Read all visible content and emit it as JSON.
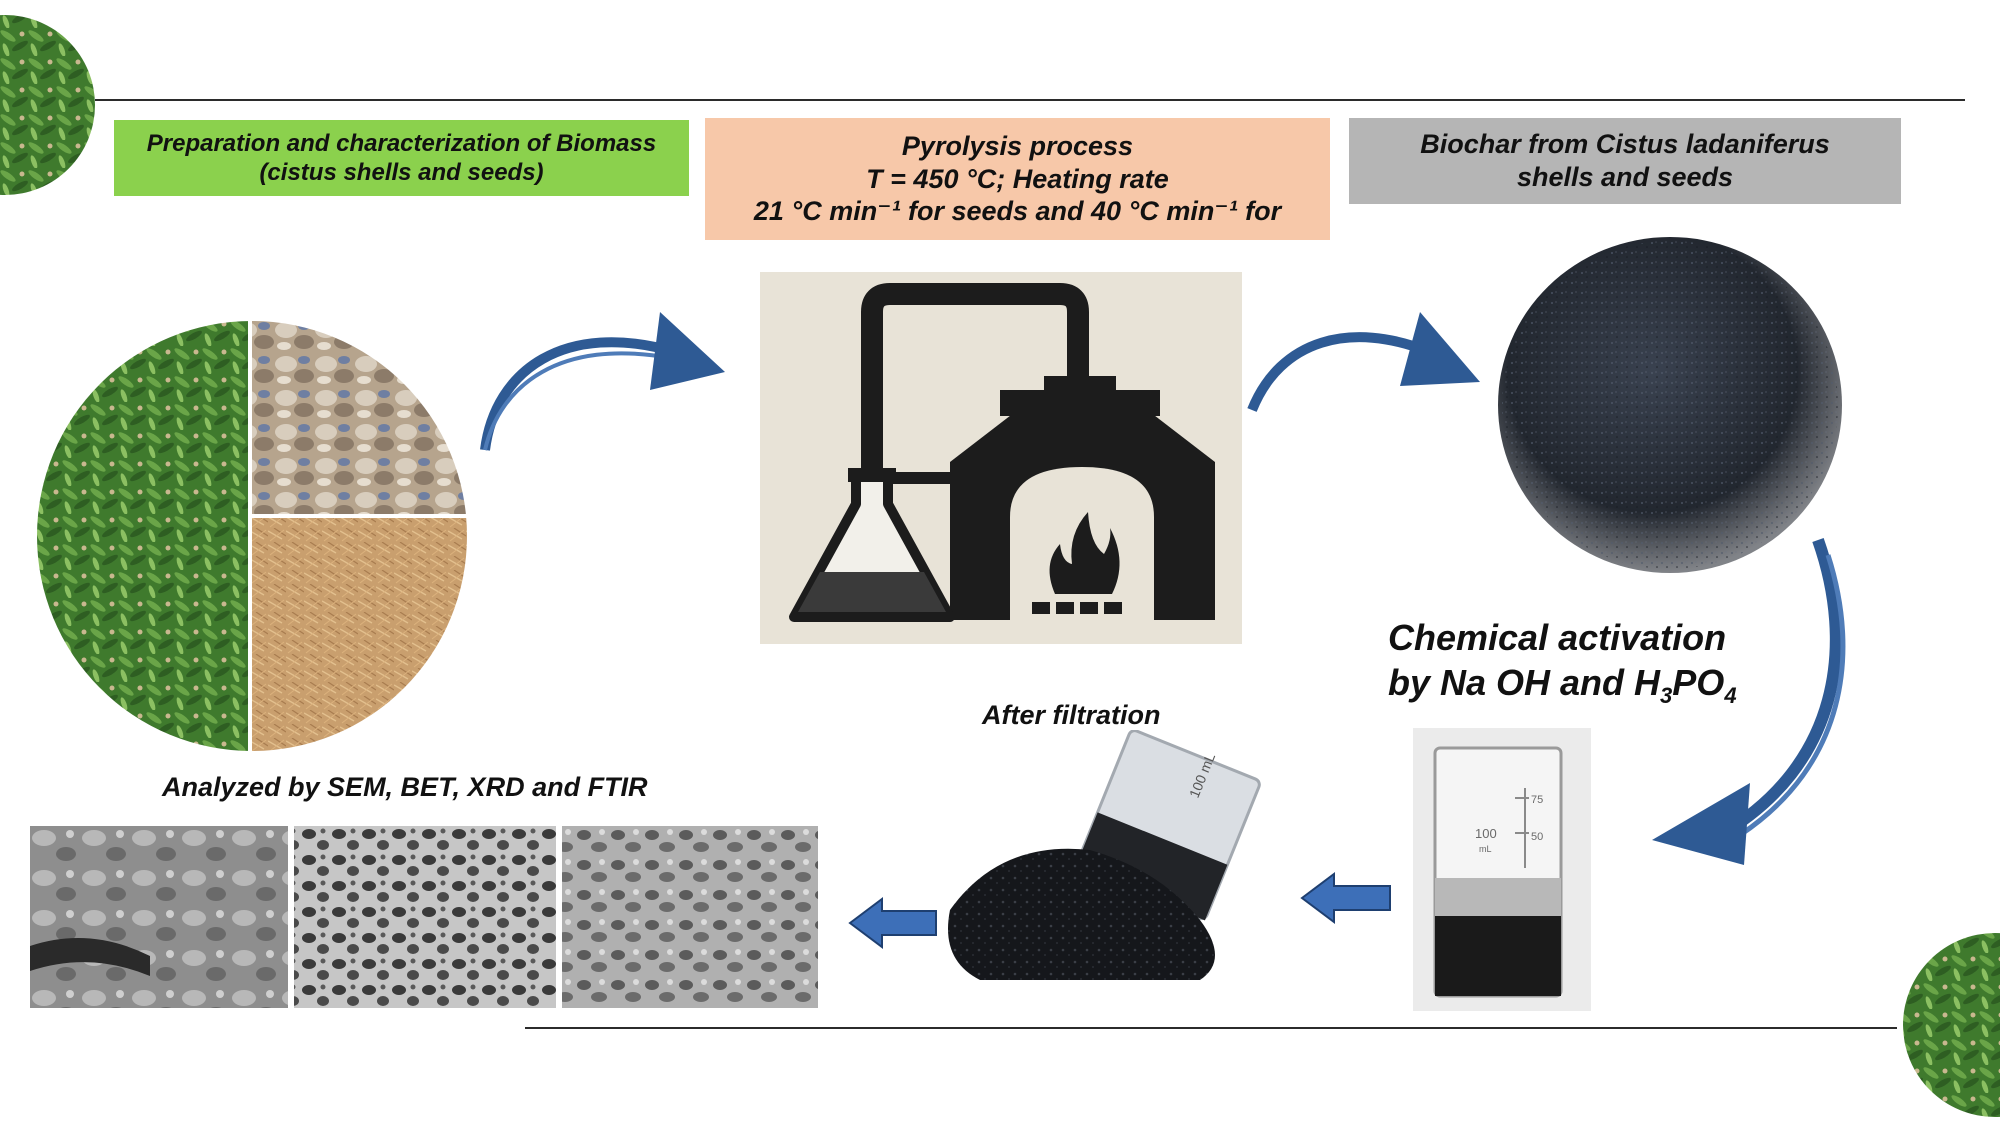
{
  "steps": {
    "biomass": {
      "line1": "Preparation and characterization of Biomass",
      "line2": "(cistus shells and seeds)",
      "color": "#8bd14d"
    },
    "pyrolysis": {
      "line1": "Pyrolysis process",
      "line2": "T = 450 °C; Heating rate",
      "line3": "21 °C min⁻¹ for seeds and 40 °C min⁻¹  for",
      "color": "#f7c8a9"
    },
    "biochar": {
      "line1": "Biochar from Cistus ladaniferus",
      "line2": "shells and seeds",
      "color": "#b5b5b5"
    }
  },
  "activation": {
    "line1": "Chemical activation",
    "line2_prefix": "by Na OH and H",
    "sub1": "3",
    "mid": "PO",
    "sub2": "4"
  },
  "filtration_label": "After filtration",
  "analysis_label": "Analyzed by SEM, BET, XRD and FTIR",
  "beaker_marks": {
    "m100": "100",
    "m75": "75",
    "m50": "50",
    "unit": "mL"
  },
  "glass_text": "100 mL",
  "arrow_color": "#2e5a94"
}
